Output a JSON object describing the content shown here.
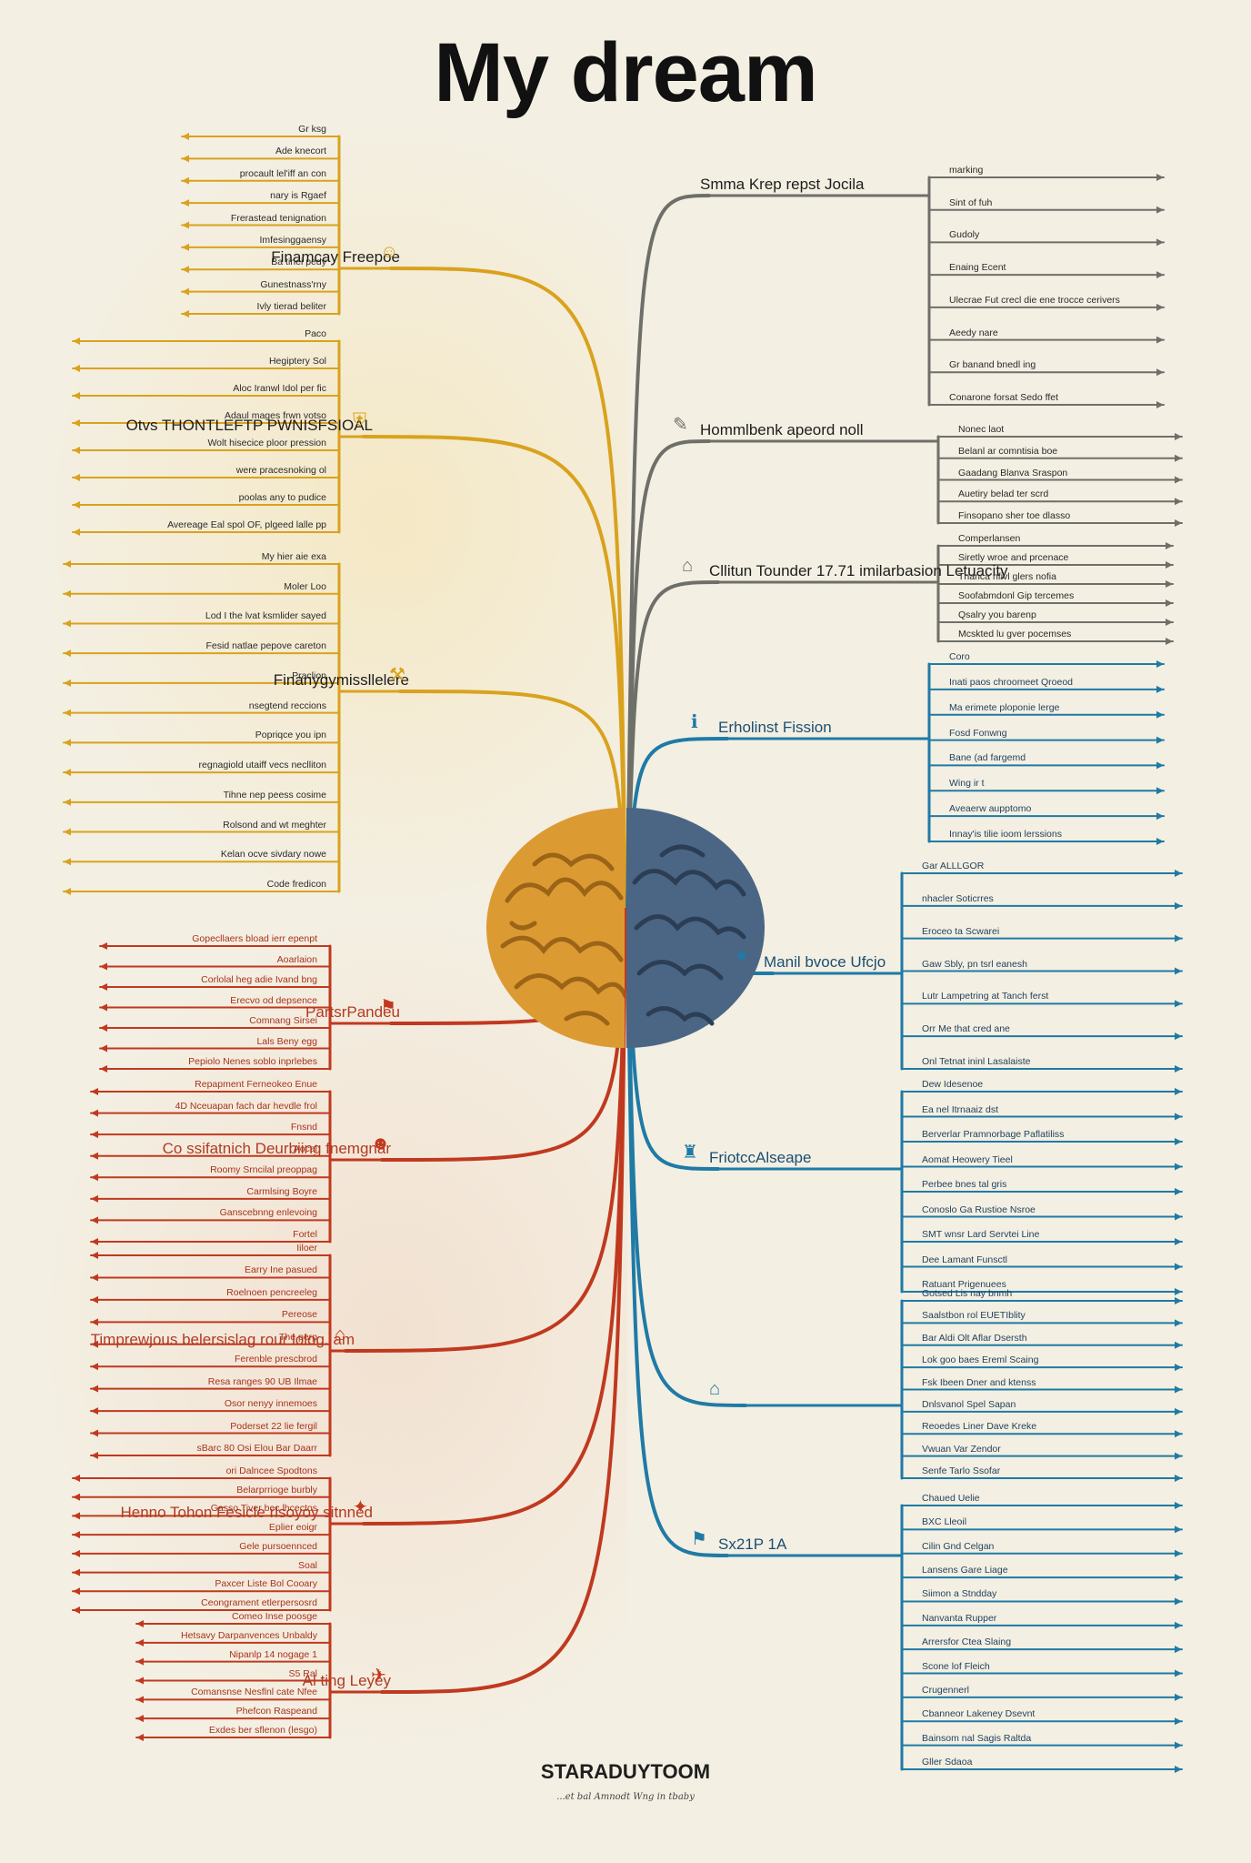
{
  "title": "My dream",
  "colors": {
    "yellow": "#d9a21e",
    "gray": "#6f6f6a",
    "red": "#c0391f",
    "blue": "#1f7aa6",
    "brain_left": "#dc9a33",
    "brain_right": "#4b6684"
  },
  "branches": [
    {
      "id": "y1",
      "color": "yellow",
      "label": "Finamcay Freepoe",
      "icon": "face-icon",
      "leaves": [
        "Gr ksg",
        "Ade knecort",
        "procault lel'iff an con",
        "nary is Rgaef",
        "Frerastead tenignation",
        "Imfesinggaensy",
        "Ba tinei pedy",
        "Gunestnass'rny",
        "Ivly tierad beliter"
      ]
    },
    {
      "id": "y2",
      "color": "yellow",
      "label": "Otvs THONTLEFTP PWNISFSIOAL",
      "icon": "shield-icon",
      "leaves": [
        "Paco",
        "Hegiptery Sol",
        "Aloc Iranwl Idol per fic",
        "Adaul mages frwn votso",
        "Wolt hisecice ploor pression",
        "were pracesnoking ol",
        "poolas any to pudice",
        "Avereage Eal spol OF, plgeed lalle pp"
      ]
    },
    {
      "id": "y3",
      "color": "yellow",
      "label": "Finanygymissllelere",
      "icon": "hammer-icon",
      "leaves": [
        "My hier aie exa",
        "Moler Loo",
        "Lod I the lvat ksmlider sayed",
        "Fesid natlae pepove careton",
        "Praclion",
        "nsegtend reccions",
        "Popriqce you ipn",
        "regnagiold utaiff vecs neclliton",
        "Tihne nep peess cosime",
        "Rolsond and wt meghter",
        "Kelan ocve sivdary nowe",
        "Code fredicon"
      ]
    },
    {
      "id": "g1",
      "color": "gray",
      "label": "Smma Krep repst Jocila",
      "icon": "",
      "leaves": [
        "marking",
        "Sint of fuh",
        "Gudoly",
        "Enaing Ecent",
        "Ulecrae Fut crecl die ene trocce cerivers",
        "Aeedy nare",
        "Gr banand bnedl ing",
        "Conarone forsat Sedo ffet"
      ]
    },
    {
      "id": "g2",
      "color": "gray",
      "label": "Hommlbenk apeord noll",
      "icon": "pin-icon",
      "leaves": [
        "Nonec laot",
        "Belanl ar comntisia boe",
        "Gaadang Blanva Sraspon",
        "Auetiry belad ter scrd",
        "Finsopano sher toe dlasso"
      ]
    },
    {
      "id": "g3",
      "color": "gray",
      "label": "Cllitun Tounder 17.71 imilarbasion Letuacity",
      "icon": "dome-icon",
      "leaves": [
        "Comperlansen",
        "Siretly wroe and prcenace",
        "Thanca nfivl glers nofia",
        "Soofabmdonl Gip tercemes",
        "Qsalry you barenp",
        "Mcskted lu gver pocemses"
      ]
    },
    {
      "id": "b1",
      "color": "blue",
      "label": "Erholinst Fission",
      "icon": "info-icon",
      "leaves": [
        "Coro",
        "Inati paos chroomeet Qroeod",
        "Ma erimete ploponie lerge",
        "Fosd Fonwng",
        "Bane (ad fargemd",
        "Wing ir t",
        "Aveaerw aupptomo",
        "Innay'is tilie ioom lerssions"
      ]
    },
    {
      "id": "b2",
      "color": "blue",
      "label": "Manil bvoce Ufcjo",
      "icon": "heart-icon",
      "leaves": [
        "Gar ALLLGOR",
        "nhacler Soticrres",
        "Eroceo ta Scwarei",
        "Gaw Sbly, pn tsrl eanesh",
        "Lutr Lampetring at Tanch ferst",
        "Orr Me that cred ane",
        "Onl Tetnat ininl Lasalaiste"
      ]
    },
    {
      "id": "b3",
      "color": "blue",
      "label": "FriotccAlseape",
      "icon": "chess-icon",
      "leaves": [
        "Dew Idesenoe",
        "Ea nel Itrnaaiz dst",
        "Berverlar Pramnorbage Paflatiliss",
        "Aomat Heowery Tieel",
        "Perbee bnes tal gris",
        "Conoslo Ga Rustioe Nsroe",
        "SMT wnsr Lard Servtei Line",
        "Dee Lamant Funsctl",
        "Ratuant Prigenuees"
      ]
    },
    {
      "id": "b4",
      "color": "blue",
      "label": "",
      "icon": "house-icon",
      "leaves": [
        "Gotsed Lis nay bnmh",
        "Saalstbon rol EUETIblity",
        "Bar Aldi Olt Aflar Dsersth",
        "Lok goo baes Ereml Scaing",
        "Fsk Ibeen Dner and ktenss",
        "Dnlsvanol Spel Sapan",
        "Reoedes Liner Dave Kreke",
        "Vwuan Var Zendor",
        "Senfe Tarlo Ssofar"
      ]
    },
    {
      "id": "b5",
      "color": "blue",
      "label": "Sx21P  1A",
      "icon": "climber-icon",
      "leaves": [
        "Chaued Uelie",
        "BXC Lleoil",
        "Cilin Gnd Celgan",
        "Lansens Gare Liage",
        "Siimon a Stndday",
        "Nanvanta Rupper",
        "Arrersfor Ctea Slaing",
        "Scone lof Fleich",
        "Crugennerl",
        "Cbanneor Lakeney Dsevnt",
        "Bainsom nal Sagis Raltda",
        "Gller Sdaoa"
      ]
    },
    {
      "id": "r1",
      "color": "red",
      "label": "PartsrPandeu",
      "icon": "flag-icon",
      "leaves": [
        "Gopecllaers bload ierr epenpt",
        "Aoarlaion",
        "Corlolal heg adie Ivand bng",
        "Erecvo od depsence",
        "Comnang Sirsei",
        "Lals Beny egg",
        "Pepiolo Nenes soblo inprlebes"
      ]
    },
    {
      "id": "r2",
      "color": "red",
      "label": "Co ssifatnich Deurbiing fnemgnar",
      "icon": "mask-icon",
      "leaves": [
        "Repapment Ferneokeo Enue",
        "4D Nceuapan fach dar hevdle frol",
        "Fnsnd",
        "Aocal",
        "Roomy Srncilal preoppag",
        "Carmlsing Boyre",
        "Ganscebnng enlevoing",
        "Fortel"
      ]
    },
    {
      "id": "r3",
      "color": "red",
      "label": "Timprewjous belersislag rour lolog. am",
      "icon": "house-icon",
      "leaves": [
        "Iiloer",
        "Earry Ine pasued",
        "Roelnoen pencreeleg",
        "Pereose",
        "The perp",
        "Ferenble prescbrod",
        "Resa ranges 90 UB Ilmae",
        "Osor nenyy innemoes",
        "Poderset 22 lie fergil",
        "sBarc 80 Osi Elou Bar Daarr"
      ]
    },
    {
      "id": "r4",
      "color": "red",
      "label": "Henno Tohon Fesicle rlsoyoy sitnned",
      "icon": "lamp-icon",
      "leaves": [
        "ori Dalncee Spodtons",
        "Belarprrioge burbly",
        "Gasso Tiver bec lhcectos",
        "Eplier eoigr",
        "Gele pursoennced",
        "Soal",
        "Paxcer Liste Bol Cooary",
        "Ceongrament etlerpersosrd"
      ]
    },
    {
      "id": "r5",
      "color": "red",
      "label": "Al ting Leyey",
      "icon": "ufo-icon",
      "leaves": [
        "Comeo Inse poosge",
        "Hetsavy Darpanvences Unbaldy",
        "Nipanlp 14 nogage 1",
        "S5 Ral",
        "Comansnse Nesflnl cate Nfee",
        "Phefcon Raspeand",
        "Exdes ber sflenon (lesgo)"
      ]
    }
  ],
  "logo": {
    "brand": "STARADUYTOOM",
    "tagline": "...et bal Amnodt Wng in tbaby"
  }
}
